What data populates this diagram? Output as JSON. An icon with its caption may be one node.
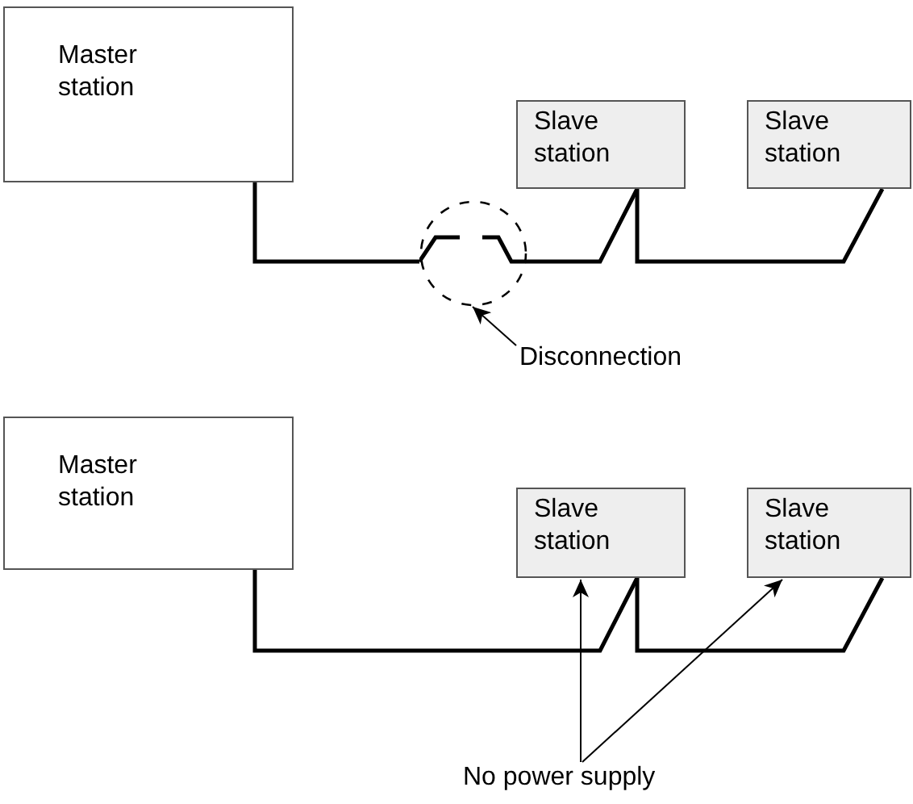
{
  "diagram": {
    "nodes": [
      {
        "text": [
          "Master station"
        ]
      },
      {
        "text": [
          "Slave station"
        ]
      },
      {
        "text": [
          "Slave station"
        ]
      },
      {
        "text": [],
        "shape": "circle"
      },
      {
        "text": [
          "Disconnection"
        ]
      },
      {
        "text": [
          "Master station"
        ]
      },
      {
        "text": [
          "Slave station"
        ]
      },
      {
        "text": [
          "Slave station"
        ]
      },
      {
        "text": [
          "No power supply"
        ]
      }
    ],
    "edges": [
      {
        "from": 0,
        "to": 3,
        "arrow": "none"
      },
      {
        "from": 3,
        "to": 1,
        "arrow": "none"
      },
      {
        "from": 1,
        "to": 2,
        "arrow": "none"
      },
      {
        "from": 4,
        "to": 3,
        "arrow": "to"
      },
      {
        "from": 5,
        "to": 6,
        "arrow": "none"
      },
      {
        "from": 6,
        "to": 7,
        "arrow": "none"
      },
      {
        "from": 8,
        "to": 6,
        "arrow": "to"
      },
      {
        "from": 8,
        "to": 7,
        "arrow": "to"
      }
    ]
  }
}
